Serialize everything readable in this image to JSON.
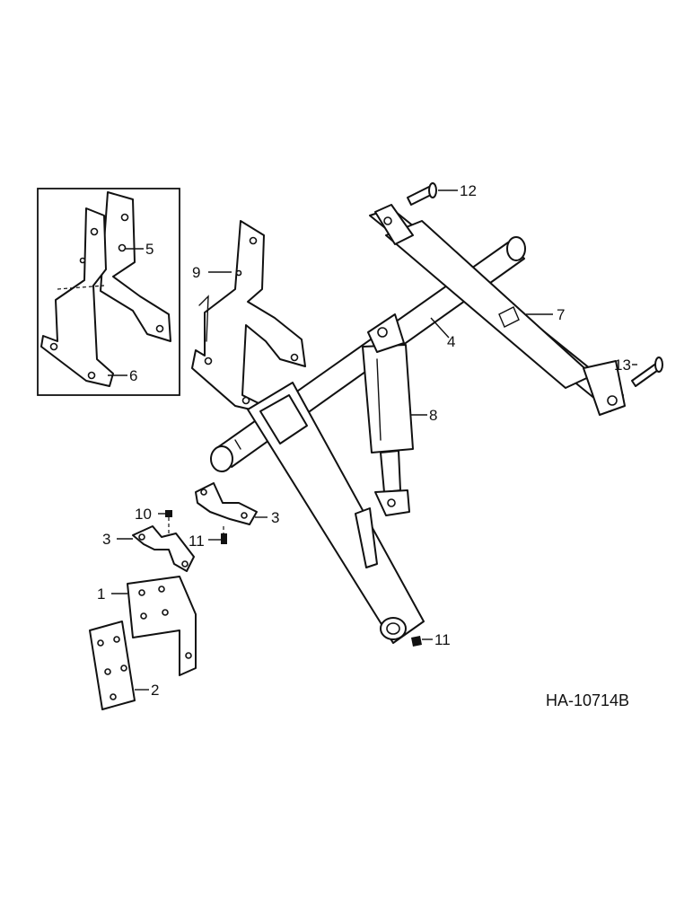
{
  "drawing_code": "HA-10714B",
  "callouts": {
    "c1": "1",
    "c2": "2",
    "c3a": "3",
    "c3b": "3",
    "c4": "4",
    "c5": "5",
    "c6": "6",
    "c7": "7",
    "c8": "8",
    "c9": "9",
    "c10": "10",
    "c11a": "11",
    "c11b": "11",
    "c12": "12",
    "c13": "13"
  }
}
